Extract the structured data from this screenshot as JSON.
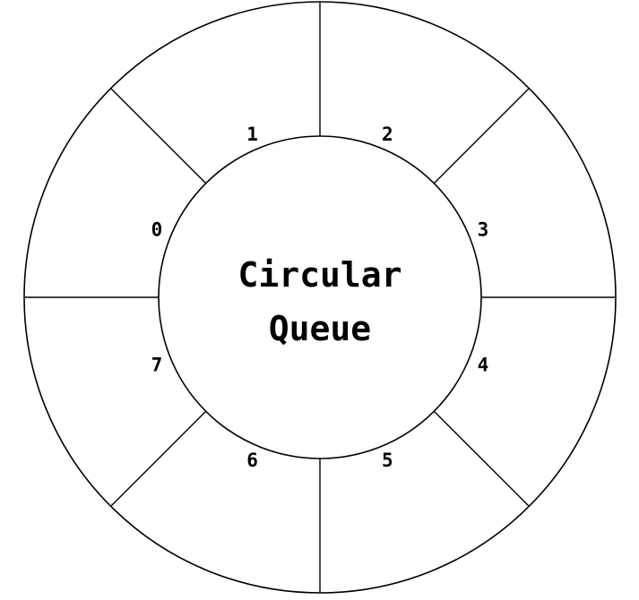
{
  "diagram": {
    "title_line1": "Circular",
    "title_line2": "Queue",
    "slot_count": 8,
    "slot_labels": [
      "0",
      "1",
      "2",
      "3",
      "4",
      "5",
      "6",
      "7"
    ],
    "stroke_color": "#000000",
    "background_color": "#ffffff"
  }
}
